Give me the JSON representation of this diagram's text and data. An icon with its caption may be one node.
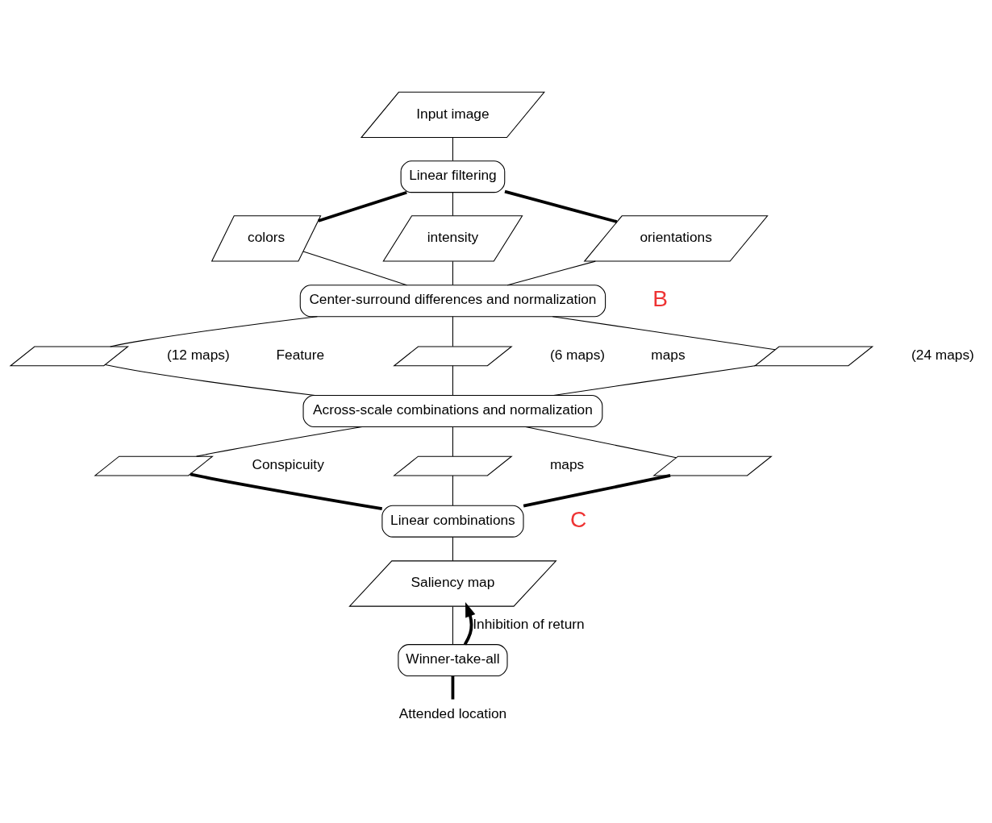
{
  "diagram": {
    "nodes": [
      {
        "text": [
          "Input image"
        ]
      },
      {
        "text": [
          "Linear filtering"
        ]
      },
      {
        "text": [
          "colors"
        ]
      },
      {
        "text": [
          "intensity"
        ]
      },
      {
        "text": [
          "orientations"
        ]
      },
      {
        "text": [
          "Center-surround differences and normalization"
        ]
      },
      {
        "text": [],
        "shape": "parallelogram",
        "beside": [
          "(12 maps)"
        ]
      },
      {
        "text": [],
        "shape": "parallelogram",
        "beside": [
          "(6 maps)"
        ]
      },
      {
        "text": [],
        "shape": "parallelogram",
        "beside": [
          "(24 maps)"
        ]
      },
      {
        "text": [
          "Across-scale combinations and normalization"
        ]
      },
      {
        "text": [],
        "shape": "parallelogram"
      },
      {
        "text": [],
        "shape": "parallelogram"
      },
      {
        "text": [],
        "shape": "parallelogram"
      },
      {
        "text": [
          "Linear combinations"
        ]
      },
      {
        "text": [
          "Saliency map"
        ]
      },
      {
        "text": [
          "Winner-take-all"
        ]
      },
      {
        "text": [
          "Attended location"
        ]
      }
    ],
    "edges": [
      {
        "from": 0,
        "to": 1,
        "arrow": "none"
      },
      {
        "from": 1,
        "to": 2,
        "arrow": "none",
        "style": "thick"
      },
      {
        "from": 1,
        "to": 3,
        "arrow": "none"
      },
      {
        "from": 1,
        "to": 4,
        "arrow": "none",
        "style": "thick"
      },
      {
        "from": 2,
        "to": 5,
        "arrow": "none"
      },
      {
        "from": 3,
        "to": 5,
        "arrow": "none"
      },
      {
        "from": 4,
        "to": 5,
        "arrow": "none"
      },
      {
        "from": 5,
        "to": 6,
        "arrow": "none"
      },
      {
        "from": 5,
        "to": 7,
        "arrow": "none"
      },
      {
        "from": 5,
        "to": 8,
        "arrow": "none"
      },
      {
        "from": 6,
        "to": 9,
        "arrow": "none"
      },
      {
        "from": 7,
        "to": 9,
        "arrow": "none"
      },
      {
        "from": 8,
        "to": 9,
        "arrow": "none"
      },
      {
        "from": 9,
        "to": 10,
        "arrow": "none"
      },
      {
        "from": 9,
        "to": 11,
        "arrow": "none"
      },
      {
        "from": 9,
        "to": 12,
        "arrow": "none"
      },
      {
        "from": 10,
        "to": 13,
        "arrow": "none",
        "style": "thick"
      },
      {
        "from": 11,
        "to": 13,
        "arrow": "none"
      },
      {
        "from": 12,
        "to": 13,
        "arrow": "none",
        "style": "thick"
      },
      {
        "from": 13,
        "to": 14,
        "arrow": "none"
      },
      {
        "from": 14,
        "to": 15,
        "arrow": "none"
      },
      {
        "from": 15,
        "to": 16,
        "arrow": "none",
        "style": "thick"
      },
      {
        "from": 15,
        "to": 14,
        "arrow": "to",
        "label": "Inhibition of return",
        "style": "thick"
      }
    ],
    "labels": [
      "B",
      "Feature",
      "maps",
      "Conspicuity",
      "maps",
      "C"
    ]
  }
}
